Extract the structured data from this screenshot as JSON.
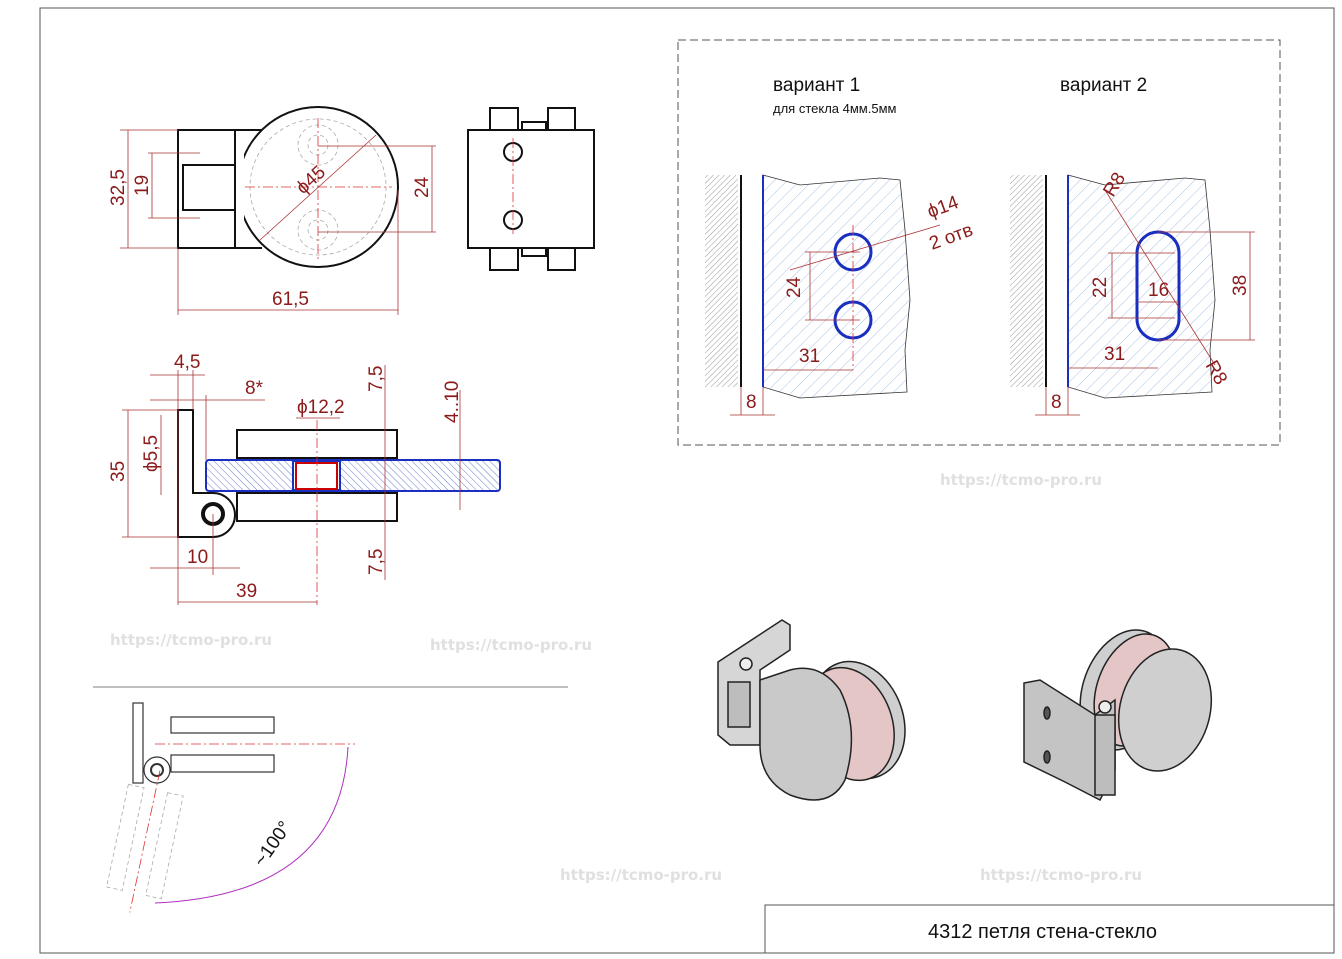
{
  "watermark": "https://tcmo-pro.ru",
  "title_block": {
    "title": "4312 петля стена-стекло"
  },
  "top_view": {
    "height": "32,5",
    "slot": "19",
    "hole_spacing": "24",
    "length": "61,5",
    "diameter": "ϕ45"
  },
  "section_view": {
    "bracket_thickness": "4,5",
    "gap": "8*",
    "height": "35",
    "hole_diameter": "ϕ5,5",
    "pivot_offset": "10",
    "axis_offset": "39",
    "bore": "ϕ12,2",
    "plate_top": "7,5",
    "plate_bottom": "7,5",
    "glass_range": "4..10"
  },
  "swing_view": {
    "angle": "~100°"
  },
  "variant_1": {
    "title": "вариант 1",
    "subtitle": "для стекла 4мм.5мм",
    "hole": "ϕ14",
    "hole_count": "2 отв",
    "spacing": "24",
    "offset": "31",
    "gap": "8"
  },
  "variant_2": {
    "title": "вариант 2",
    "radius_top": "R8",
    "radius_bottom": "R8",
    "slot_height": "22",
    "slot_width": "16",
    "overall": "38",
    "offset": "31",
    "gap": "8"
  },
  "colors": {
    "dimension": "#8b1a1a",
    "glass": "#1a2fc0",
    "hatch": "#9fb8e0",
    "insert": "#e8c4c4"
  }
}
